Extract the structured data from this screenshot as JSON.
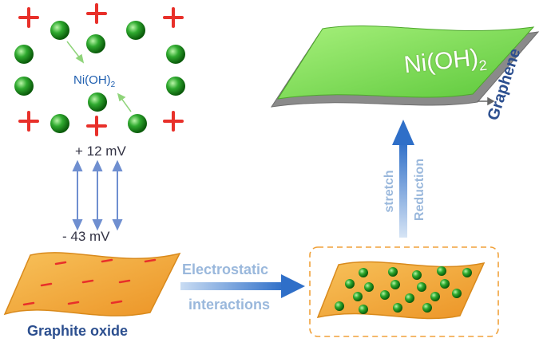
{
  "labels": {
    "ni_formula": "Ni(OH)",
    "ni_subscript": "2",
    "zeta_positive": "+ 12 mV",
    "zeta_negative": "- 43 mV",
    "graphite_oxide": "Graphite oxide",
    "electrostatic": "Electrostatic",
    "interactions": "interactions",
    "stretch": "stretch",
    "reduction": "Reduction",
    "sheet_formula": "Ni(OH)",
    "sheet_subscript": "2",
    "graphene": "Graphene"
  },
  "colors": {
    "positive_sign": "#e8302a",
    "negative_dash": "#e8302a",
    "particle": "#1e8e1e",
    "graphite_oxide_sheet": "#f3a93a",
    "composite_sheet": "#f3a93a",
    "nioh_sheet": "#7ee05a",
    "graphene_sheet": "#8a8a8a",
    "arrow_blue": "#2f6fc8",
    "box_border": "#f0a13a"
  }
}
